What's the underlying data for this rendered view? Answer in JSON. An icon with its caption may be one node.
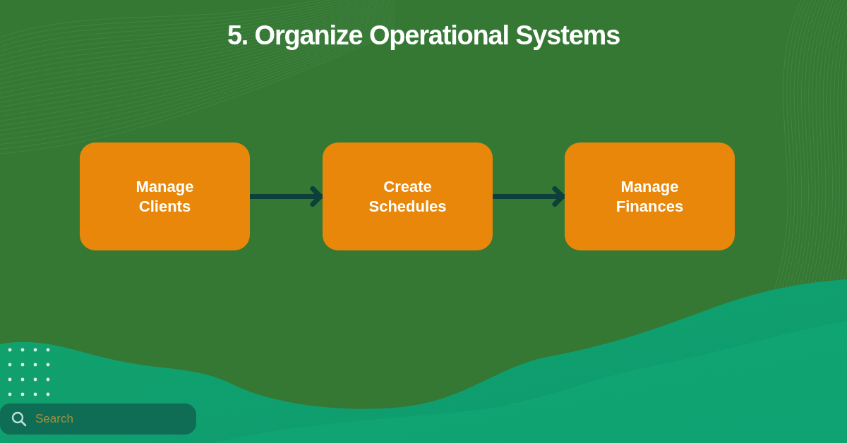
{
  "diagram": {
    "title": "5. Organize Operational Systems",
    "nodes": [
      {
        "text": [
          "Manage Clients"
        ]
      },
      {
        "text": [
          "Create Schedules"
        ]
      },
      {
        "text": [
          "Manage Finances"
        ]
      }
    ],
    "edges": [
      {
        "from": 0,
        "to": 1,
        "arrow": "to"
      },
      {
        "from": 1,
        "to": 2,
        "arrow": "to"
      }
    ],
    "labels": [
      "Search"
    ]
  }
}
